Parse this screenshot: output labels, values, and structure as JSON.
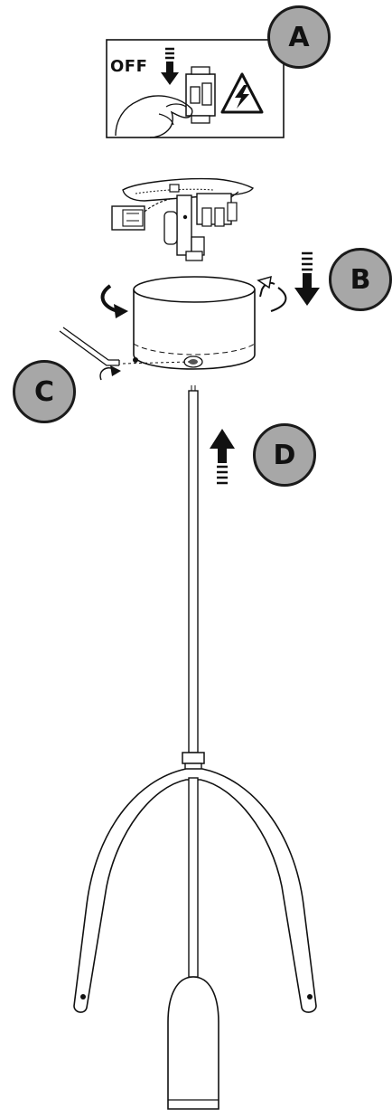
{
  "steps": {
    "a": "A",
    "b": "B",
    "c": "C",
    "d": "D"
  },
  "breaker_label": "OFF",
  "icons": [
    "breaker-switch-icon",
    "high-voltage-warning-icon",
    "rotate-arrow-icon",
    "down-arrow-icon",
    "up-arrow-icon",
    "allen-key-icon"
  ]
}
